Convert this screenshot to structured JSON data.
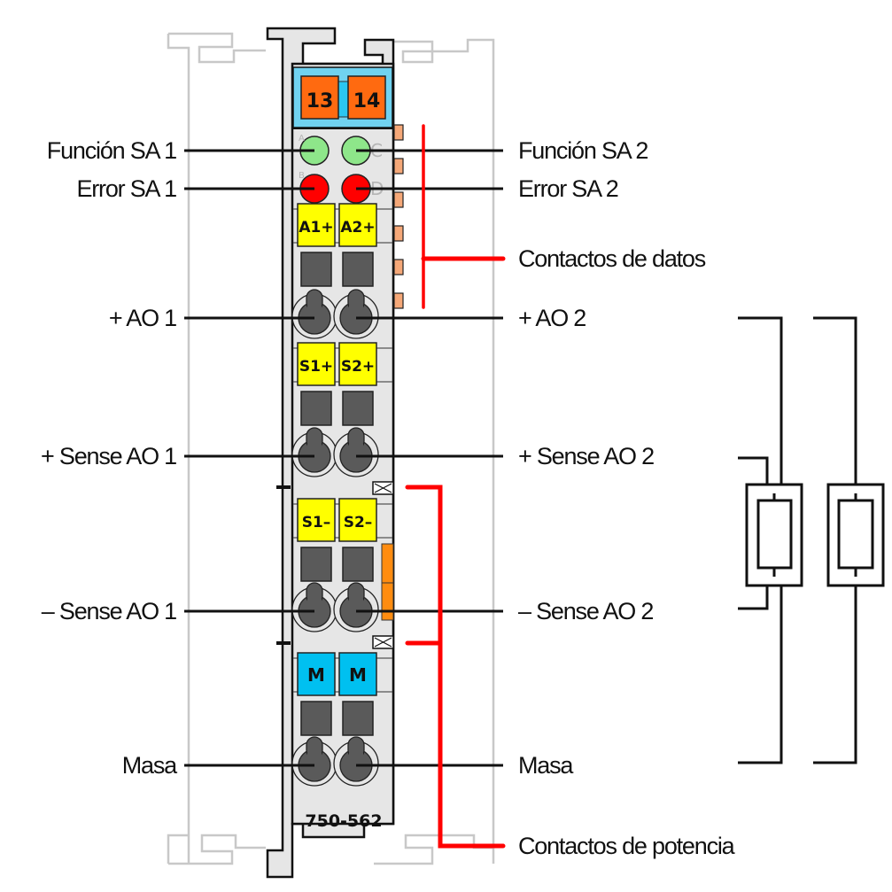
{
  "module": {
    "part_number": "750-562",
    "top_terminals": [
      "13",
      "14"
    ],
    "leds": [
      {
        "letter": "A",
        "color": "#8ee68a",
        "role": "Función SA 1"
      },
      {
        "letter": "C",
        "color": "#8ee68a",
        "role": "Función SA 2"
      },
      {
        "letter": "B",
        "color": "#ff0000",
        "role": "Error SA 1"
      },
      {
        "letter": "D",
        "color": "#ff0000",
        "role": "Error SA 2"
      }
    ],
    "terminal_rows": [
      {
        "labels": [
          "A1+",
          "A2+"
        ],
        "color": "#ffff00"
      },
      {
        "labels": [
          "S1+",
          "S2+"
        ],
        "color": "#ffff00"
      },
      {
        "labels": [
          "S1–",
          "S2–"
        ],
        "color": "#ffff00"
      },
      {
        "labels": [
          "M",
          "M"
        ],
        "color": "#00c0f0"
      }
    ]
  },
  "labels": {
    "left": [
      "Función SA 1",
      "Error SA 1",
      "+ AO 1",
      "+ Sense AO 1",
      "– Sense AO 1",
      "Masa"
    ],
    "right": [
      "Función SA 2",
      "Error SA 2",
      "Contactos de datos",
      "+ AO 2",
      "+ Sense AO 2",
      "– Sense AO 2",
      "Masa",
      "Contactos de potencia"
    ]
  },
  "colors": {
    "housing": "#e6e6e6",
    "ghost_rail": "#c8c8c8",
    "bracket_red": "#ff0000",
    "top_band": "#70d2f0",
    "orange_terminal": "#ff6a10",
    "data_contact": "#f5a878",
    "power_contact": "#ff8c10",
    "slot": "#5a5a5a",
    "clamp": "#5a5a5a"
  }
}
